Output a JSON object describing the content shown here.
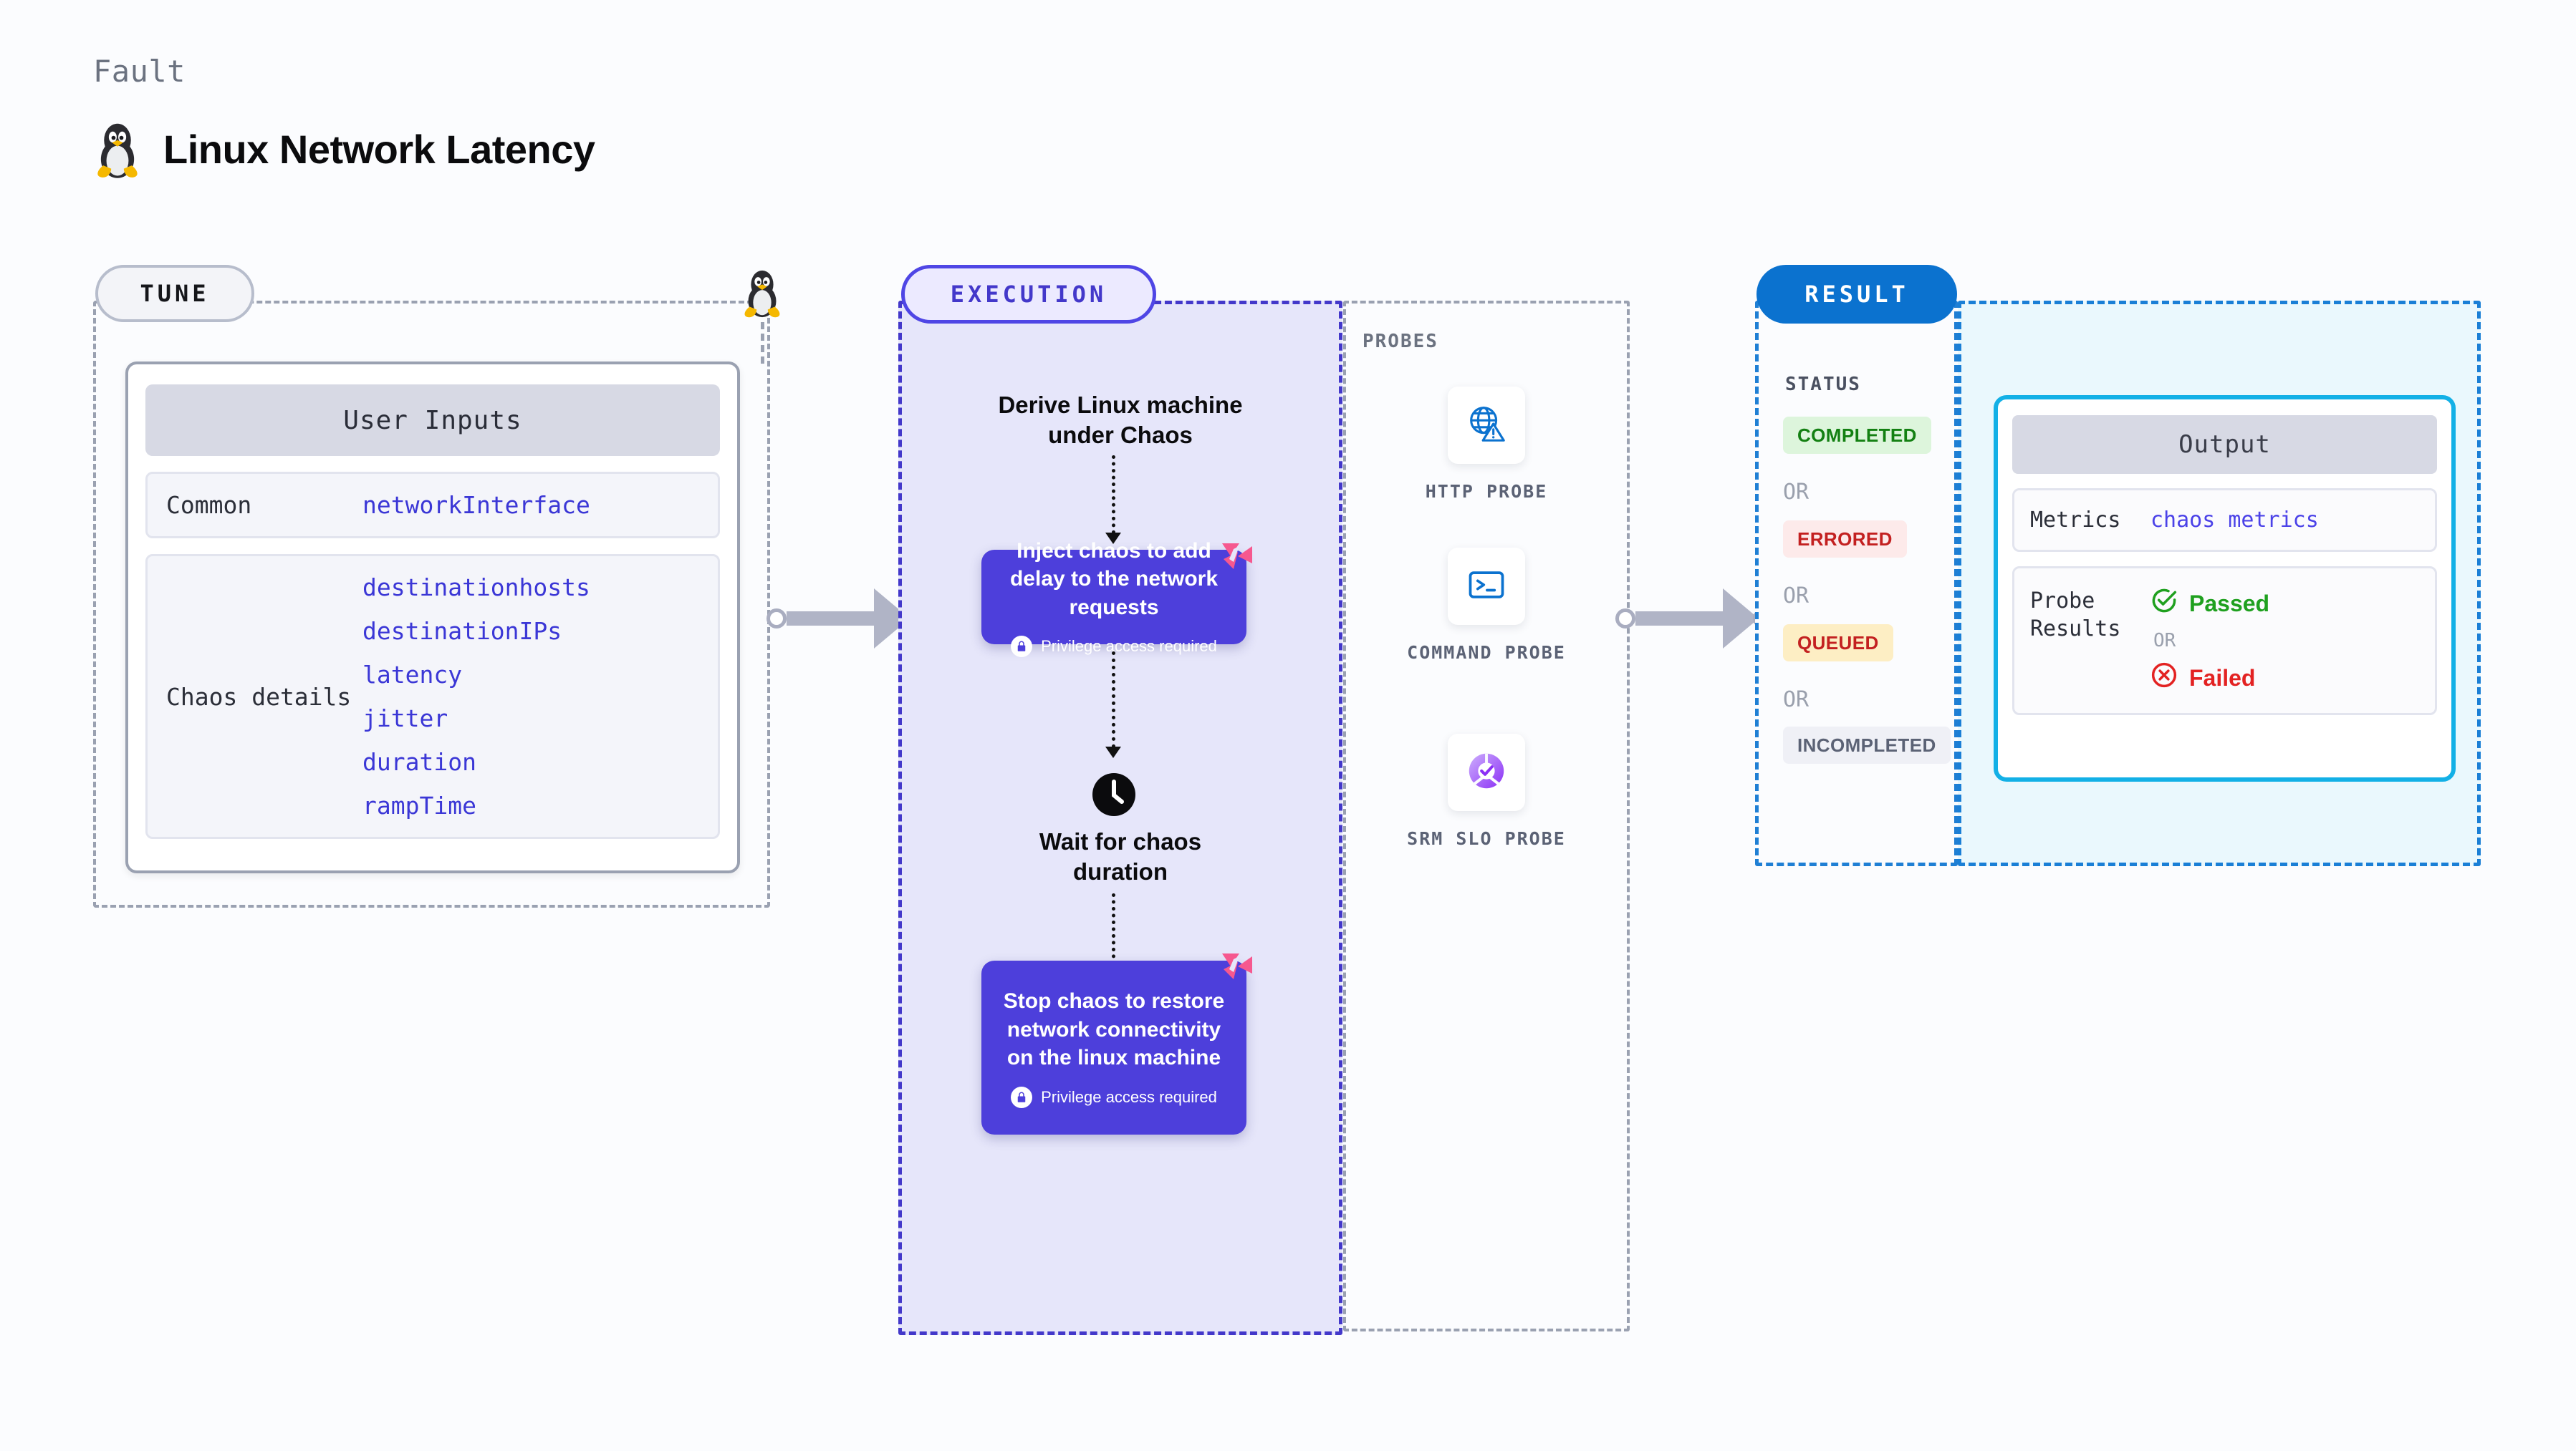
{
  "header": {
    "kicker": "Fault",
    "title": "Linux Network Latency",
    "icon": "tux-penguin-icon"
  },
  "tune": {
    "pill_label": "TUNE",
    "card_title": "User Inputs",
    "rows": [
      {
        "label": "Common",
        "values": [
          "networkInterface"
        ]
      },
      {
        "label": "Chaos details",
        "values": [
          "destinationhosts",
          "destinationIPs",
          "latency",
          "jitter",
          "duration",
          "rampTime"
        ]
      }
    ]
  },
  "execution": {
    "pill_label": "EXECUTION",
    "start_title": "Derive Linux machine\nunder Chaos",
    "steps": [
      {
        "text": "Inject chaos to add delay to the network requests",
        "privilege": "Privilege access required",
        "badge": "harness-chaos-badge-icon",
        "lock": "lock-icon"
      }
    ],
    "wait": {
      "icon": "clock-icon",
      "title": "Wait for chaos\nduration"
    },
    "stop_step": {
      "text": "Stop chaos to restore network connectivity on the linux machine",
      "privilege": "Privilege access required",
      "badge": "harness-chaos-badge-icon",
      "lock": "lock-icon"
    }
  },
  "probes": {
    "section_label": "PROBES",
    "items": [
      {
        "label": "HTTP PROBE",
        "icon": "globe-warning-icon"
      },
      {
        "label": "COMMAND PROBE",
        "icon": "terminal-prompt-icon"
      },
      {
        "label": "SRM SLO PROBE",
        "icon": "slo-donut-check-icon"
      }
    ]
  },
  "result": {
    "pill_label": "RESULT",
    "status_label": "STATUS",
    "or_label": "OR",
    "statuses": [
      {
        "label": "COMPLETED",
        "bg": "#ddf5dc",
        "fg": "#138012"
      },
      {
        "label": "ERRORED",
        "bg": "#fdeaea",
        "fg": "#c32020"
      },
      {
        "label": "QUEUED",
        "bg": "#fdeec4",
        "fg": "#c32020"
      },
      {
        "label": "INCOMPLETED",
        "bg": "#eff0f6",
        "fg": "#5b6275"
      }
    ],
    "output": {
      "title": "Output",
      "metrics_label": "Metrics",
      "metrics_value": "chaos metrics",
      "probe_results_label": "Probe Results",
      "passed_label": "Passed",
      "failed_label": "Failed",
      "or_label": "OR",
      "passed_icon": "check-circle-icon",
      "failed_icon": "x-circle-icon"
    }
  },
  "colors": {
    "accent_purple": "#4d3fdb",
    "accent_blue": "#0b72cf",
    "accent_cyan": "#13b0e6",
    "mono_value": "#3b37d6",
    "pink_badge": "#f6588f",
    "passed_green": "#1fa01f",
    "failed_red": "#e32222"
  }
}
